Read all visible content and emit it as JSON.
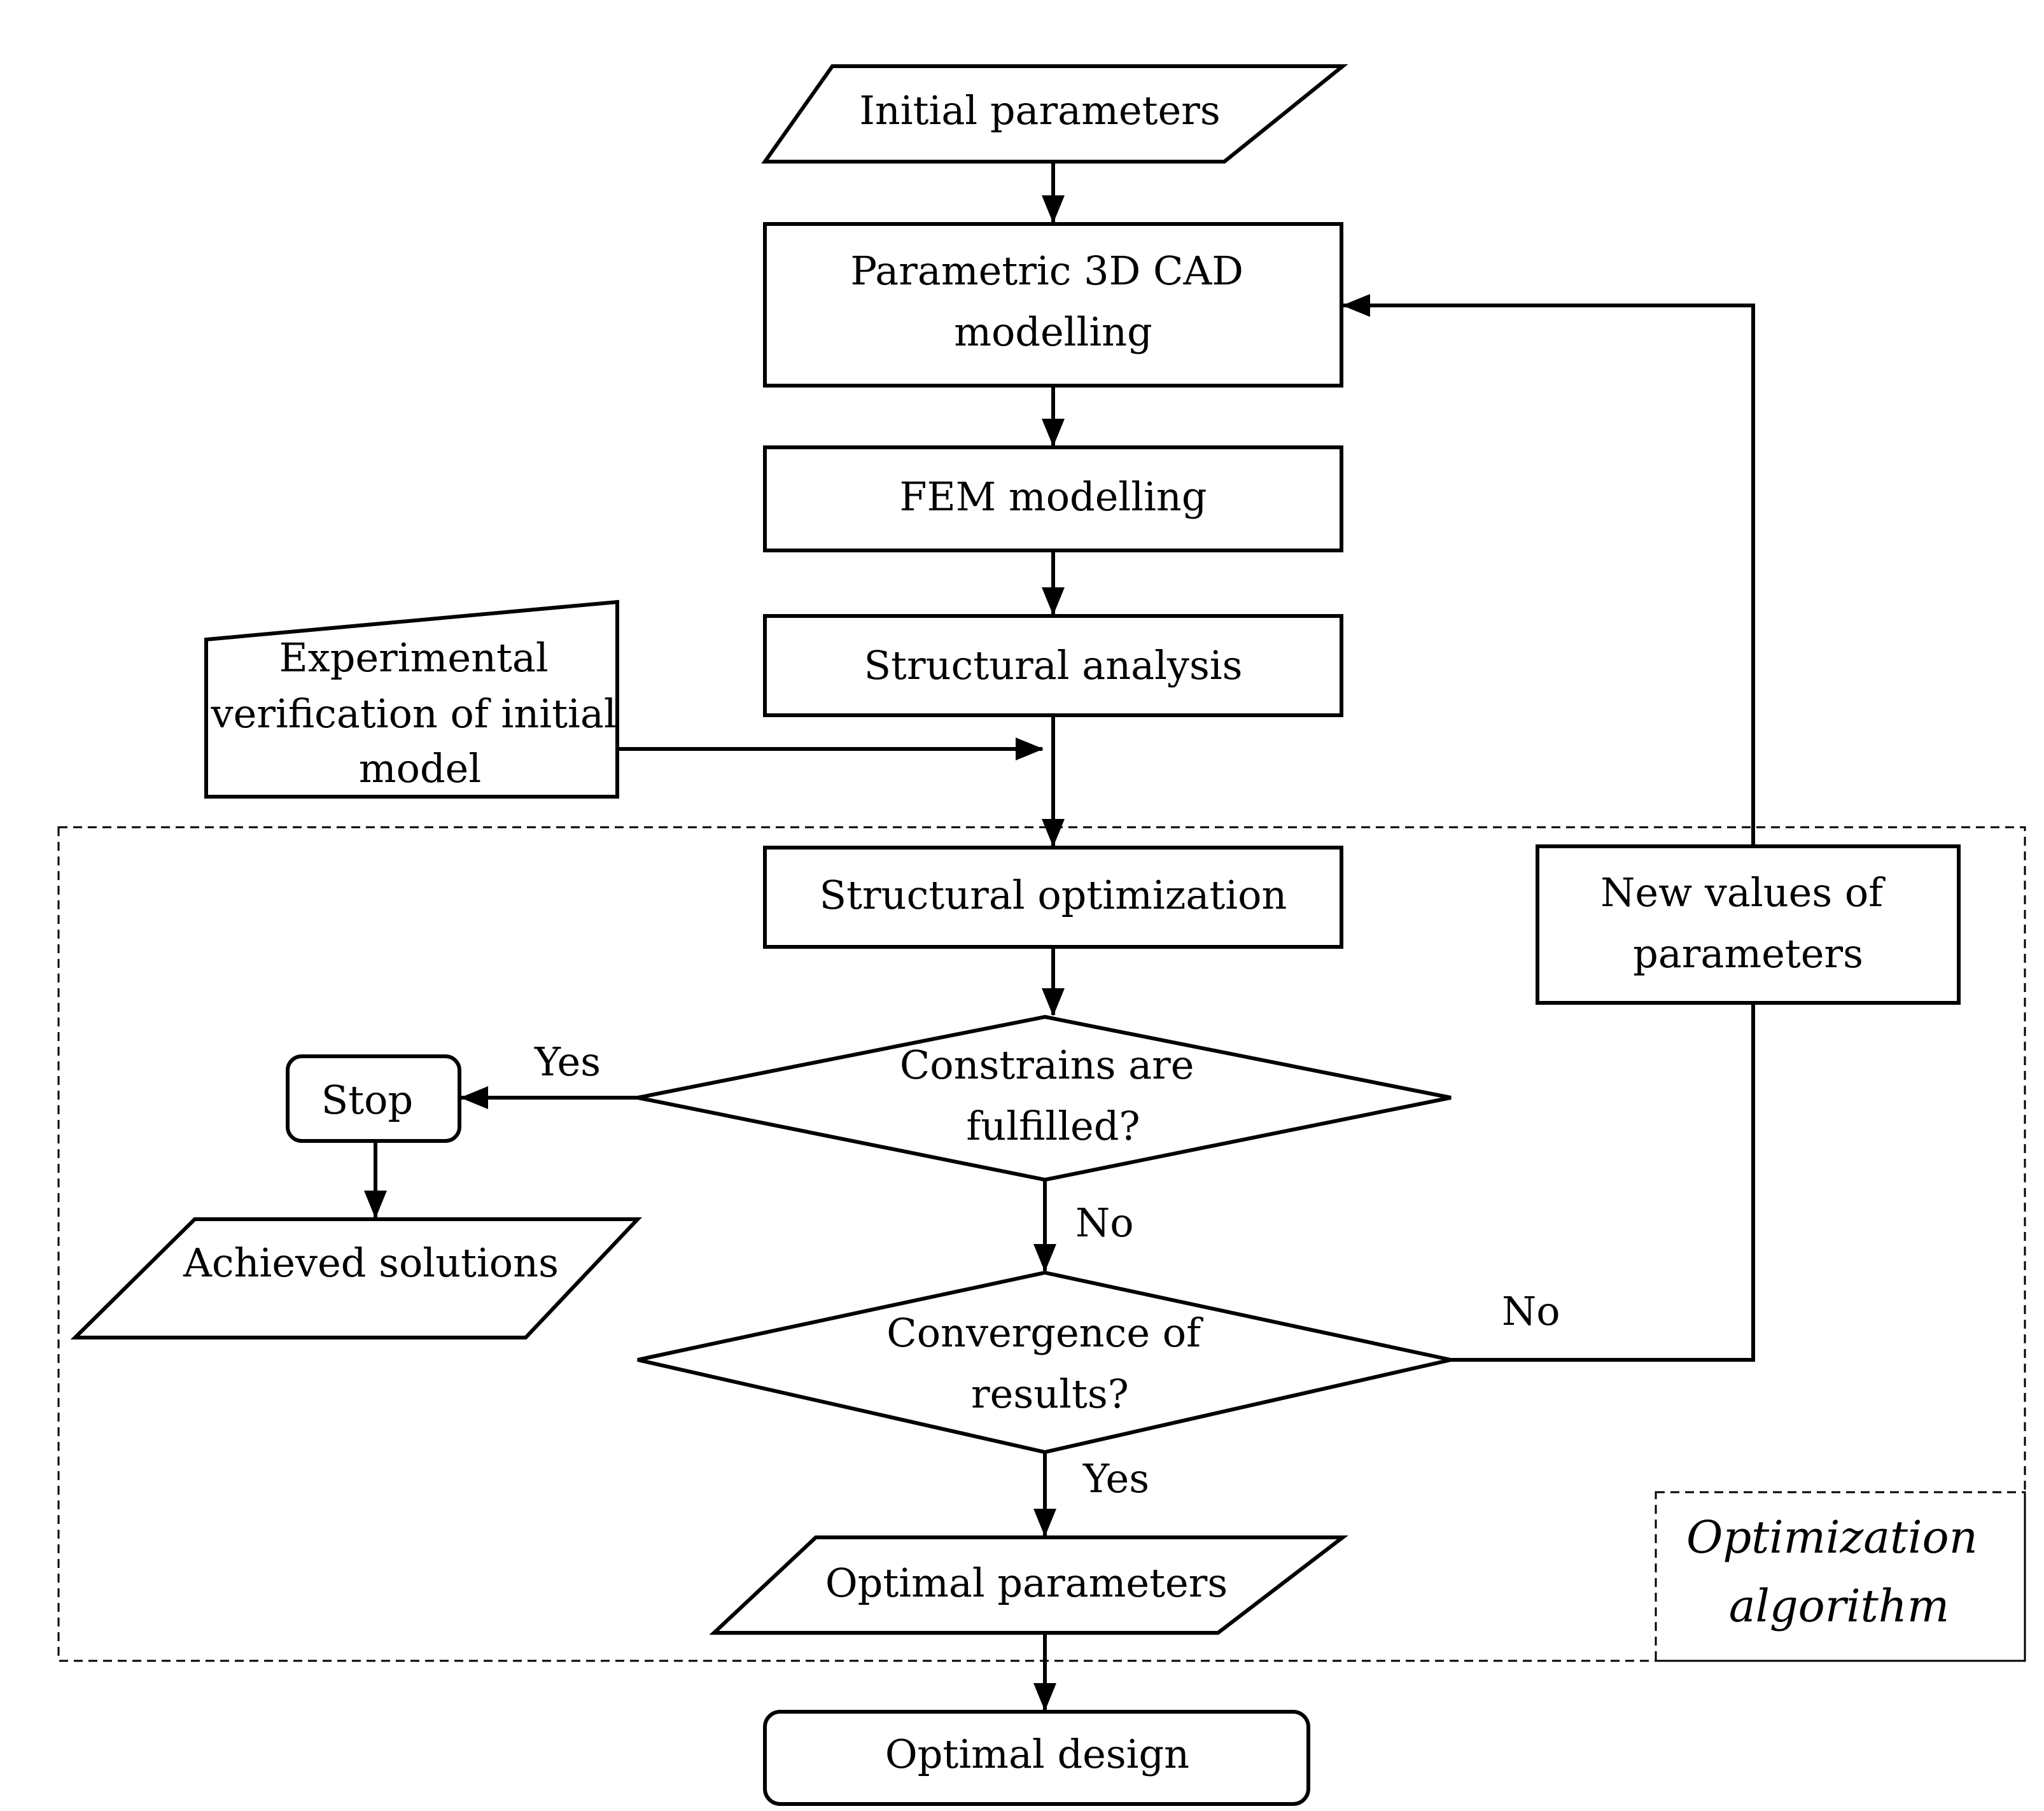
{
  "diagram": {
    "nodes": {
      "initial_parameters": {
        "lines": [
          "Initial parameters"
        ]
      },
      "cad_modelling": {
        "lines": [
          "Parametric 3D CAD",
          "modelling"
        ]
      },
      "fem_modelling": {
        "lines": [
          "FEM modelling"
        ]
      },
      "structural_analysis": {
        "lines": [
          "Structural analysis"
        ]
      },
      "experimental_verification": {
        "lines": [
          "Experimental",
          "verification of initial",
          "model"
        ]
      },
      "structural_optimization": {
        "lines": [
          "Structural optimization"
        ]
      },
      "new_values": {
        "lines": [
          "New values of",
          "parameters"
        ]
      },
      "constraints_decision": {
        "lines": [
          "Constrains are",
          "fulfilled?"
        ]
      },
      "stop": {
        "lines": [
          "Stop"
        ]
      },
      "achieved_solutions": {
        "lines": [
          "Achieved solutions"
        ]
      },
      "convergence_decision": {
        "lines": [
          "Convergence of",
          "results?"
        ]
      },
      "optimal_parameters": {
        "lines": [
          "Optimal parameters"
        ]
      },
      "optimal_design": {
        "lines": [
          "Optimal design"
        ]
      }
    },
    "edge_labels": {
      "constraints_yes": "Yes",
      "constraints_no": "No",
      "convergence_no": "No",
      "convergence_yes": "Yes"
    },
    "region_label": [
      "Optimization",
      "algorithm"
    ]
  }
}
